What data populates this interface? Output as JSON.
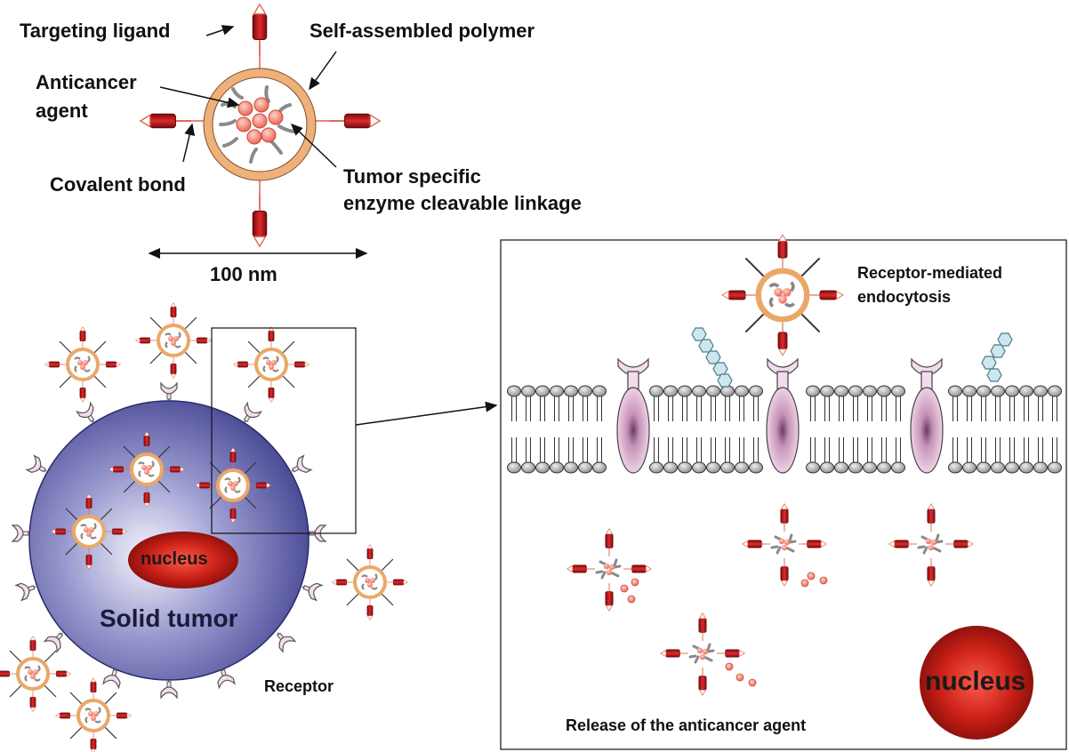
{
  "labels": {
    "targeting_ligand": "Targeting ligand",
    "self_assembled_polymer": "Self-assembled polymer",
    "anticancer_line1": "Anticancer",
    "anticancer_line2": "agent",
    "covalent_bond": "Covalent bond",
    "tumor_specific_line1": "Tumor specific",
    "tumor_specific_line2": "enzyme cleavable linkage",
    "scale": "100 nm",
    "receptor_mediated_line1": "Receptor-mediated",
    "receptor_mediated_line2": "endocytosis",
    "nucleus_small": "nucleus",
    "solid_tumor": "Solid tumor",
    "receptor": "Receptor",
    "release": "Release of the anticancer agent",
    "nucleus_large": "nucleus"
  },
  "colors": {
    "ligand_red": "#c0141b",
    "polymer_orange": "#f0b27a",
    "agent_pink": "#f28a7a",
    "tumor_blue": "#5a5aa6",
    "nucleus_red": "#b21b14",
    "receptor_pink": "#f2d4e6",
    "sugar_blue": "#bfe0ea",
    "lipid_gray": "#b8b8b8"
  }
}
